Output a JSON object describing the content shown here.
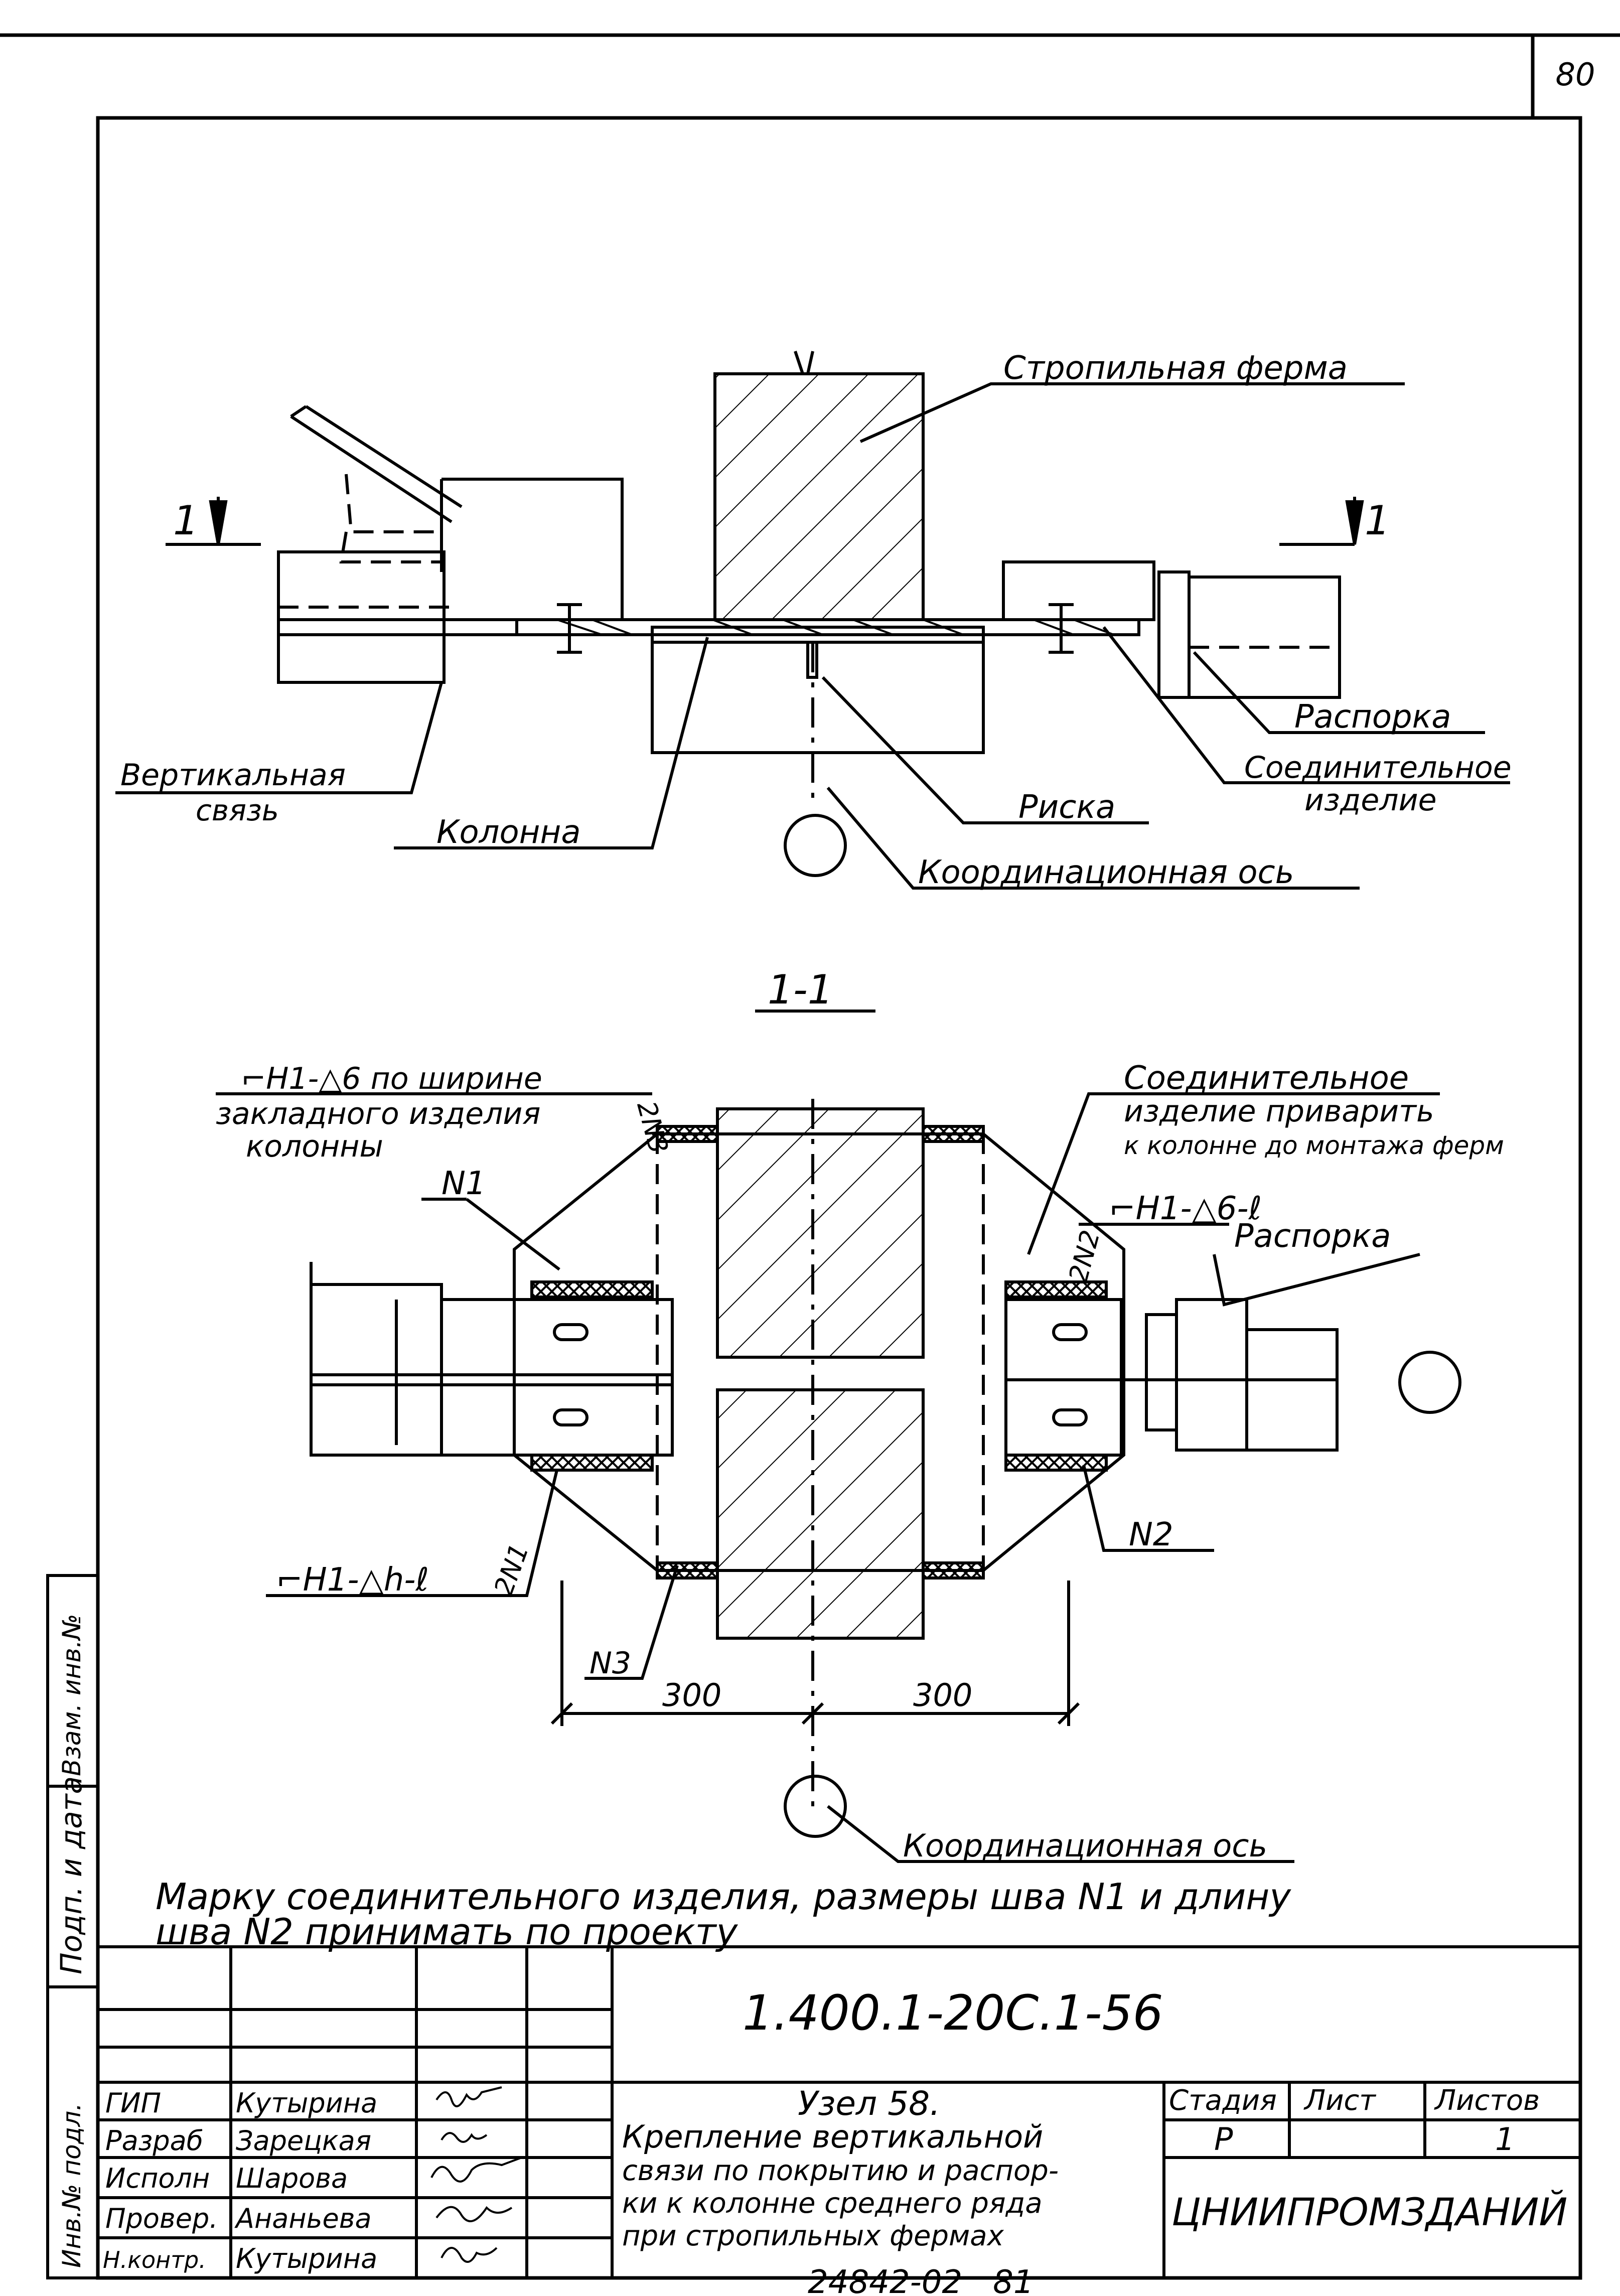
{
  "page_number": "80",
  "plan_view": {
    "labels": {
      "truss": "Стропильная ферма",
      "vertical_brace_1": "Вертикальная",
      "vertical_brace_2": "связь",
      "column": "Колонна",
      "strut": "Распорка",
      "connector_1": "Соединительное",
      "connector_2": "изделие",
      "mark": "Риска",
      "coord_axis": "Координационная ось"
    },
    "section_marks": [
      "1",
      "1"
    ]
  },
  "section_1_1": {
    "title": "1-1",
    "weld_n1_note_1": "⌐Н1-△6 по ширине",
    "weld_n1_note_2": "закладного изделия",
    "weld_n1_note_3": "колонны",
    "connector_note_1": "Соединительное",
    "connector_note_2": "изделие приварить",
    "connector_note_3": "к колонне до монтажа ферм",
    "n1": "N1",
    "n2": "N2",
    "n3": "N3",
    "two_n3": "2N3",
    "two_n2": "2N2",
    "two_n1": "2N1",
    "weld_right": "⌐Н1-△6-ℓ",
    "weld_left": "⌐Н1-△h-ℓ",
    "strut": "Распорка",
    "dim_left": "300",
    "dim_right": "300",
    "coord_axis": "Координационная ось"
  },
  "note": {
    "line1": "Марку соединительного изделия, размеры шва N1 и длину",
    "line2": "шва N2  принимать по проекту"
  },
  "side_stamp": {
    "cell1": "Инв.№ подл.",
    "cell2": "Подп. и дата",
    "cell3": "Взам. инв.№"
  },
  "title_block": {
    "doc_code": "1.400.1-20С.1-56",
    "signatories": [
      {
        "role": "ГИП",
        "name": "Кутырина"
      },
      {
        "role": "Разраб",
        "name": "Зарецкая"
      },
      {
        "role": "Исполн",
        "name": "Шарова"
      },
      {
        "role": "Провер.",
        "name": "Ананьева"
      },
      {
        "role": "Н.контр.",
        "name": "Кутырина"
      }
    ],
    "title_line1": "Узел 58.",
    "title_line2": "Крепление вертикальной",
    "title_line3": "связи по покрытию и распор-",
    "title_line4": "ки к колонне среднего ряда",
    "title_line5": "при стропильных фермах",
    "stage_header": "Стадия",
    "sheet_header": "Лист",
    "sheets_header": "Листов",
    "stage": "Р",
    "sheet": "",
    "sheets": "1",
    "organization": "ЦНИИПРОМЗДАНИЙ"
  },
  "bottom_code": "24842-02   81"
}
